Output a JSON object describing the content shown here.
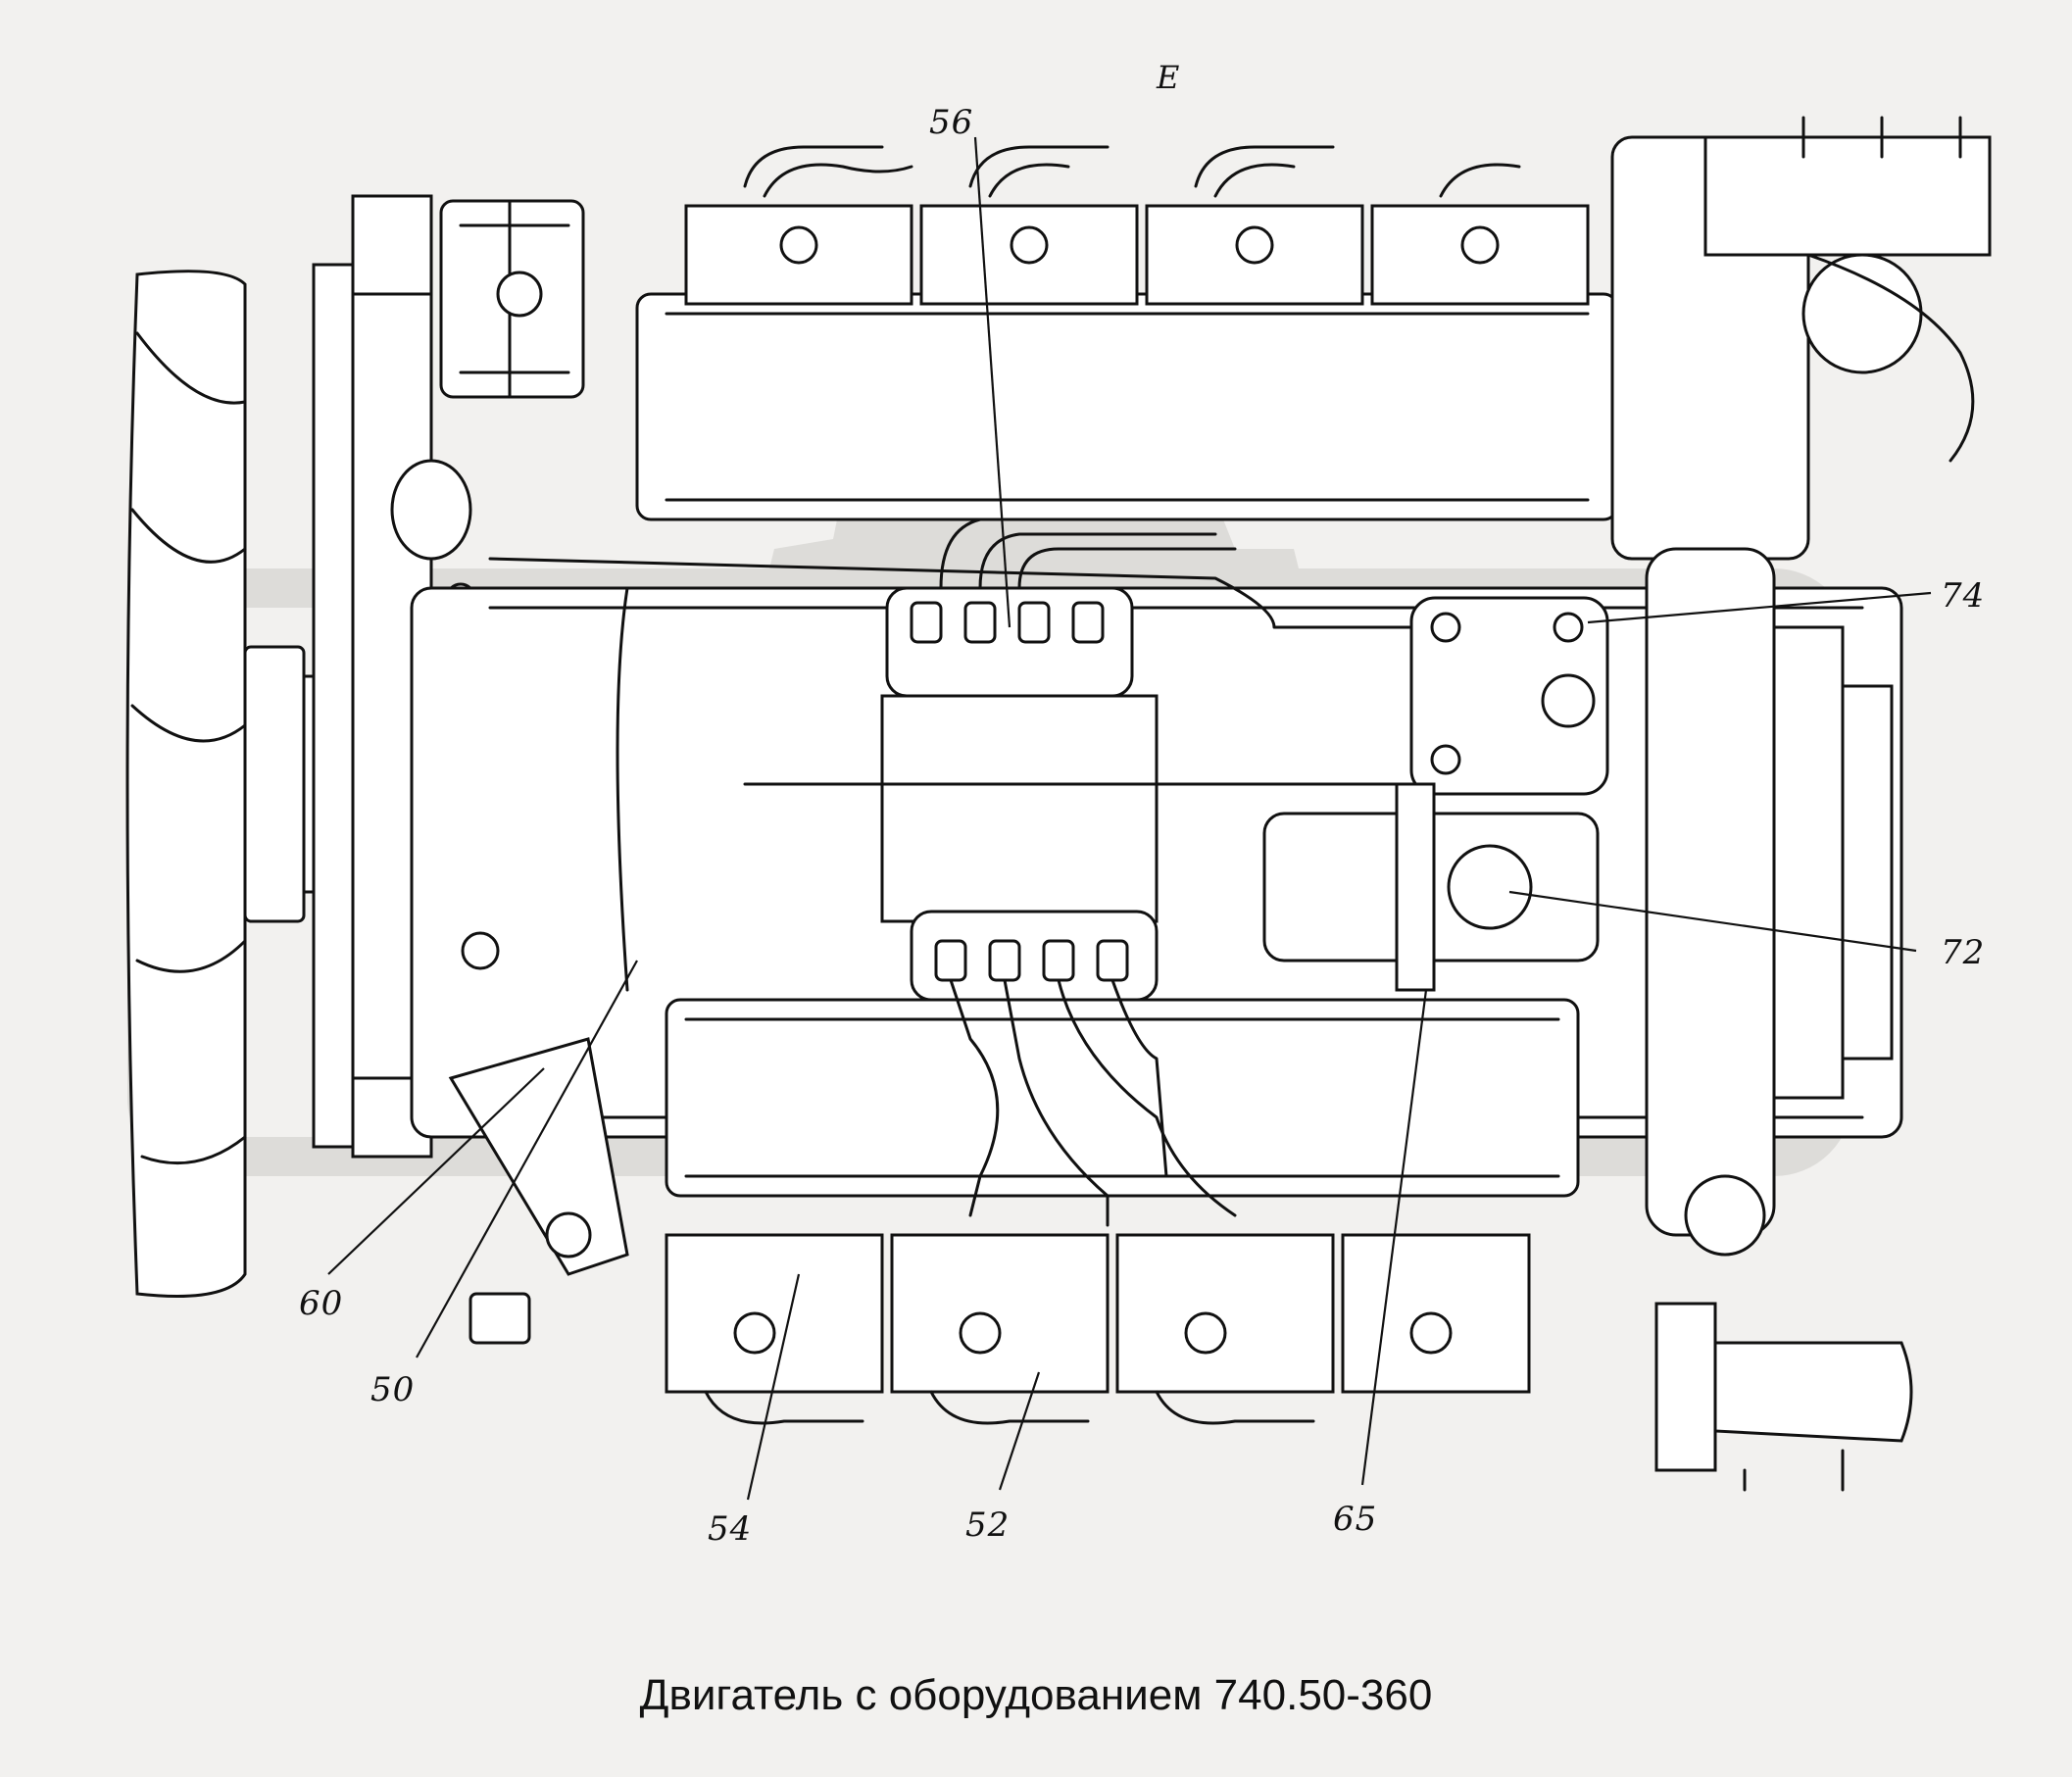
{
  "caption": "Двигатель с оборудованием 740.50-360",
  "view_label": "E",
  "callouts": {
    "c56": "56",
    "c74": "74",
    "c72": "72",
    "c60": "60",
    "c50": "50",
    "c54": "54",
    "c52": "52",
    "c65": "65"
  },
  "colors": {
    "background": "#f2f1ef",
    "line": "#111111",
    "watermark": "#dddcd9"
  }
}
